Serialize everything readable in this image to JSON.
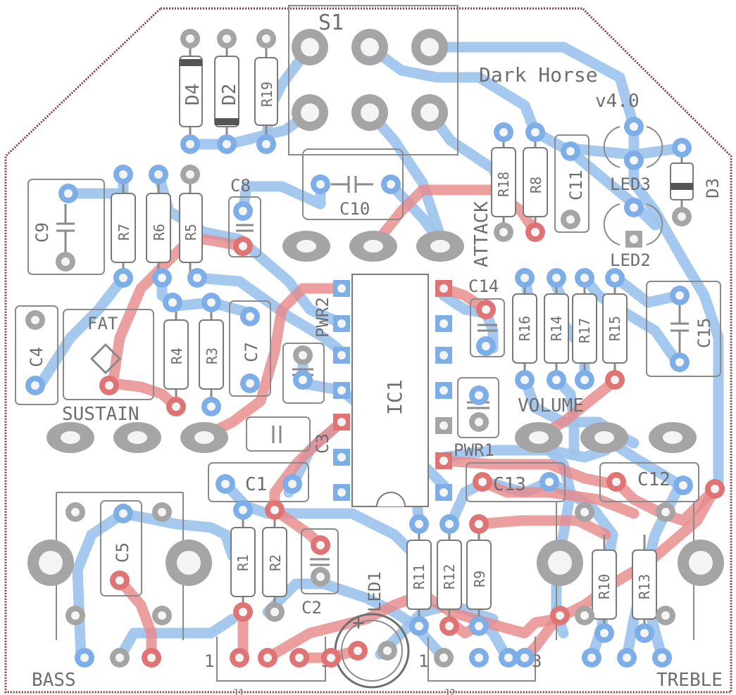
{
  "board": {
    "title": "Dark Horse",
    "version": "v4.0"
  },
  "colors": {
    "top_trace": "#e88a8a",
    "bottom_trace": "#9dc3ee",
    "pad": "#a5a5a5",
    "silkscreen": "#6e6e6e",
    "board_outline": "#8b3a3a"
  },
  "components": {
    "S1": "S1",
    "D4": "D4",
    "D2": "D2",
    "R19": "R19",
    "C10": "C10",
    "C9": "C9",
    "R7": "R7",
    "R6": "R6",
    "R5": "R5",
    "C8": "C8",
    "R18": "R18",
    "R8": "R8",
    "C11": "C11",
    "LED3": "LED3",
    "D3": "D3",
    "LED2": "LED2",
    "ATTACK": "ATTACK",
    "PWR2": "PWR2",
    "IC1": "IC1",
    "C14": "C14",
    "R16": "R16",
    "R14": "R14",
    "R17": "R17",
    "R15": "R15",
    "C15": "C15",
    "C4": "C4",
    "FAT": "FAT",
    "R4": "R4",
    "R3": "R3",
    "C7": "C7",
    "SUSTAIN": "SUSTAIN",
    "C3": "C3",
    "VOLUME": "VOLUME",
    "PWR1": "PWR1",
    "C1": "C1",
    "C13": "C13",
    "C12": "C12",
    "C5": "C5",
    "R1": "R1",
    "R2": "R2",
    "C2": "C2",
    "LED1": "LED1",
    "R11": "R11",
    "R12": "R12",
    "R9": "R9",
    "R10": "R10",
    "R13": "R13",
    "BASS": "BASS",
    "TREBLE": "TREBLE",
    "J1_pin1": "1",
    "J1_pin3": "3",
    "J2_pin1": "1",
    "J2_pin3": "3",
    "J1": "J1",
    "J2": "J2",
    "LED1_plus": "+"
  }
}
